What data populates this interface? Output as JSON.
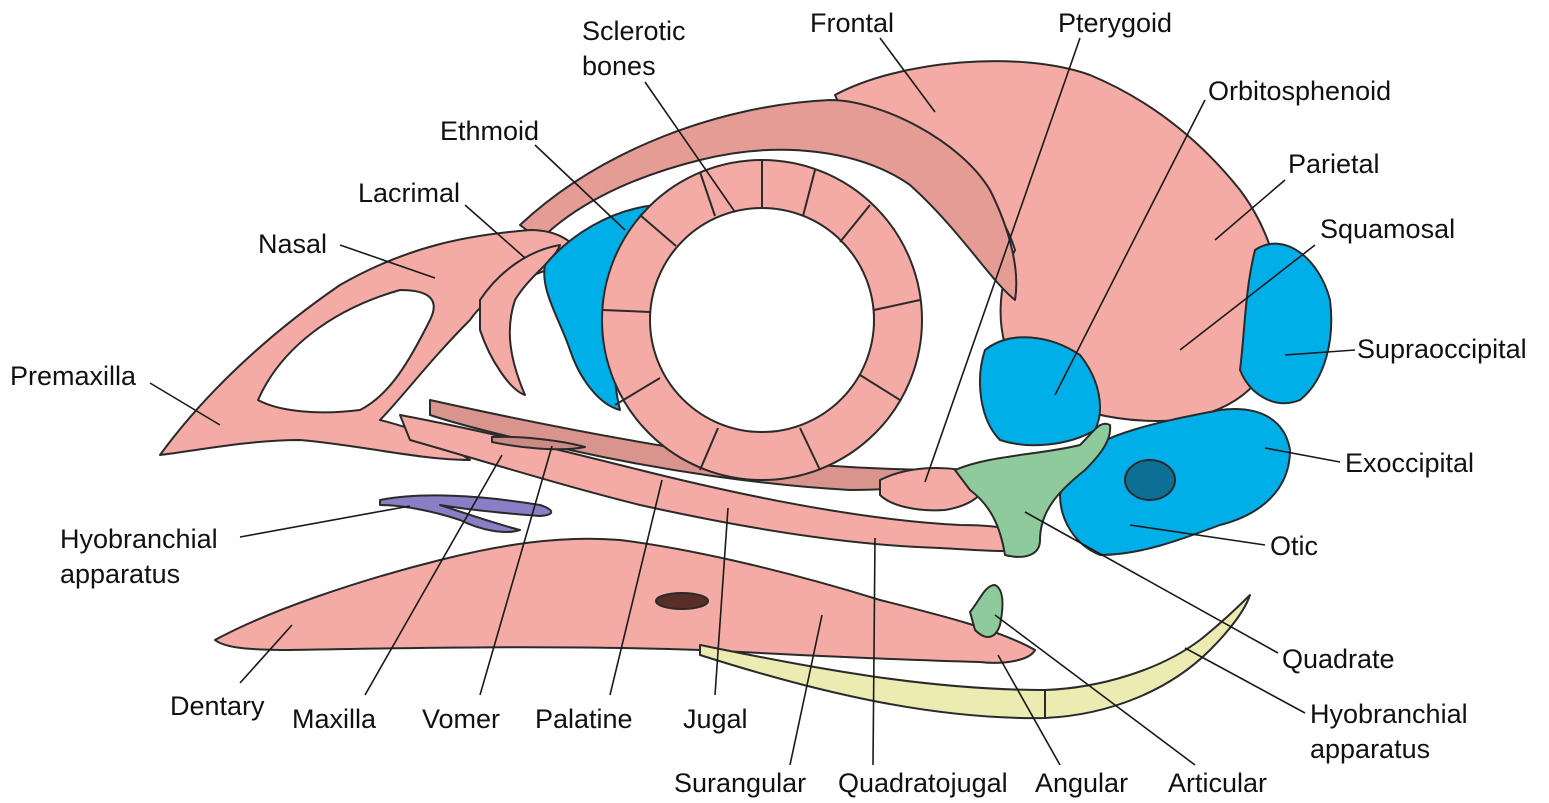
{
  "colors": {
    "bone": "#f4aba5",
    "cartilage_blue": "#00aee8",
    "quadrate_green": "#8fca9c",
    "hyobranchial_yellow": "#ecebb2",
    "hyobranchial_purple": "#8a7fc6",
    "shading": "#c98b84",
    "outline": "#2a2a2a"
  },
  "labels": {
    "frontal": "Frontal",
    "pterygoid": "Pterygoid",
    "sclerotic_1": "Sclerotic",
    "sclerotic_2": "bones",
    "orbitosphenoid": "Orbitosphenoid",
    "ethmoid": "Ethmoid",
    "parietal": "Parietal",
    "lacrimal": "Lacrimal",
    "squamosal": "Squamosal",
    "nasal": "Nasal",
    "supraoccipital": "Supraoccipital",
    "premaxilla": "Premaxilla",
    "exoccipital": "Exoccipital",
    "hyobranchial_left_1": "Hyobranchial",
    "hyobranchial_left_2": "apparatus",
    "otic": "Otic",
    "quadrate": "Quadrate",
    "hyobranchial_right_1": "Hyobranchial",
    "hyobranchial_right_2": "apparatus",
    "dentary": "Dentary",
    "maxilla": "Maxilla",
    "vomer": "Vomer",
    "palatine": "Palatine",
    "jugal": "Jugal",
    "surangular": "Surangular",
    "quadratojugal": "Quadratojugal",
    "angular": "Angular",
    "articular": "Articular"
  }
}
